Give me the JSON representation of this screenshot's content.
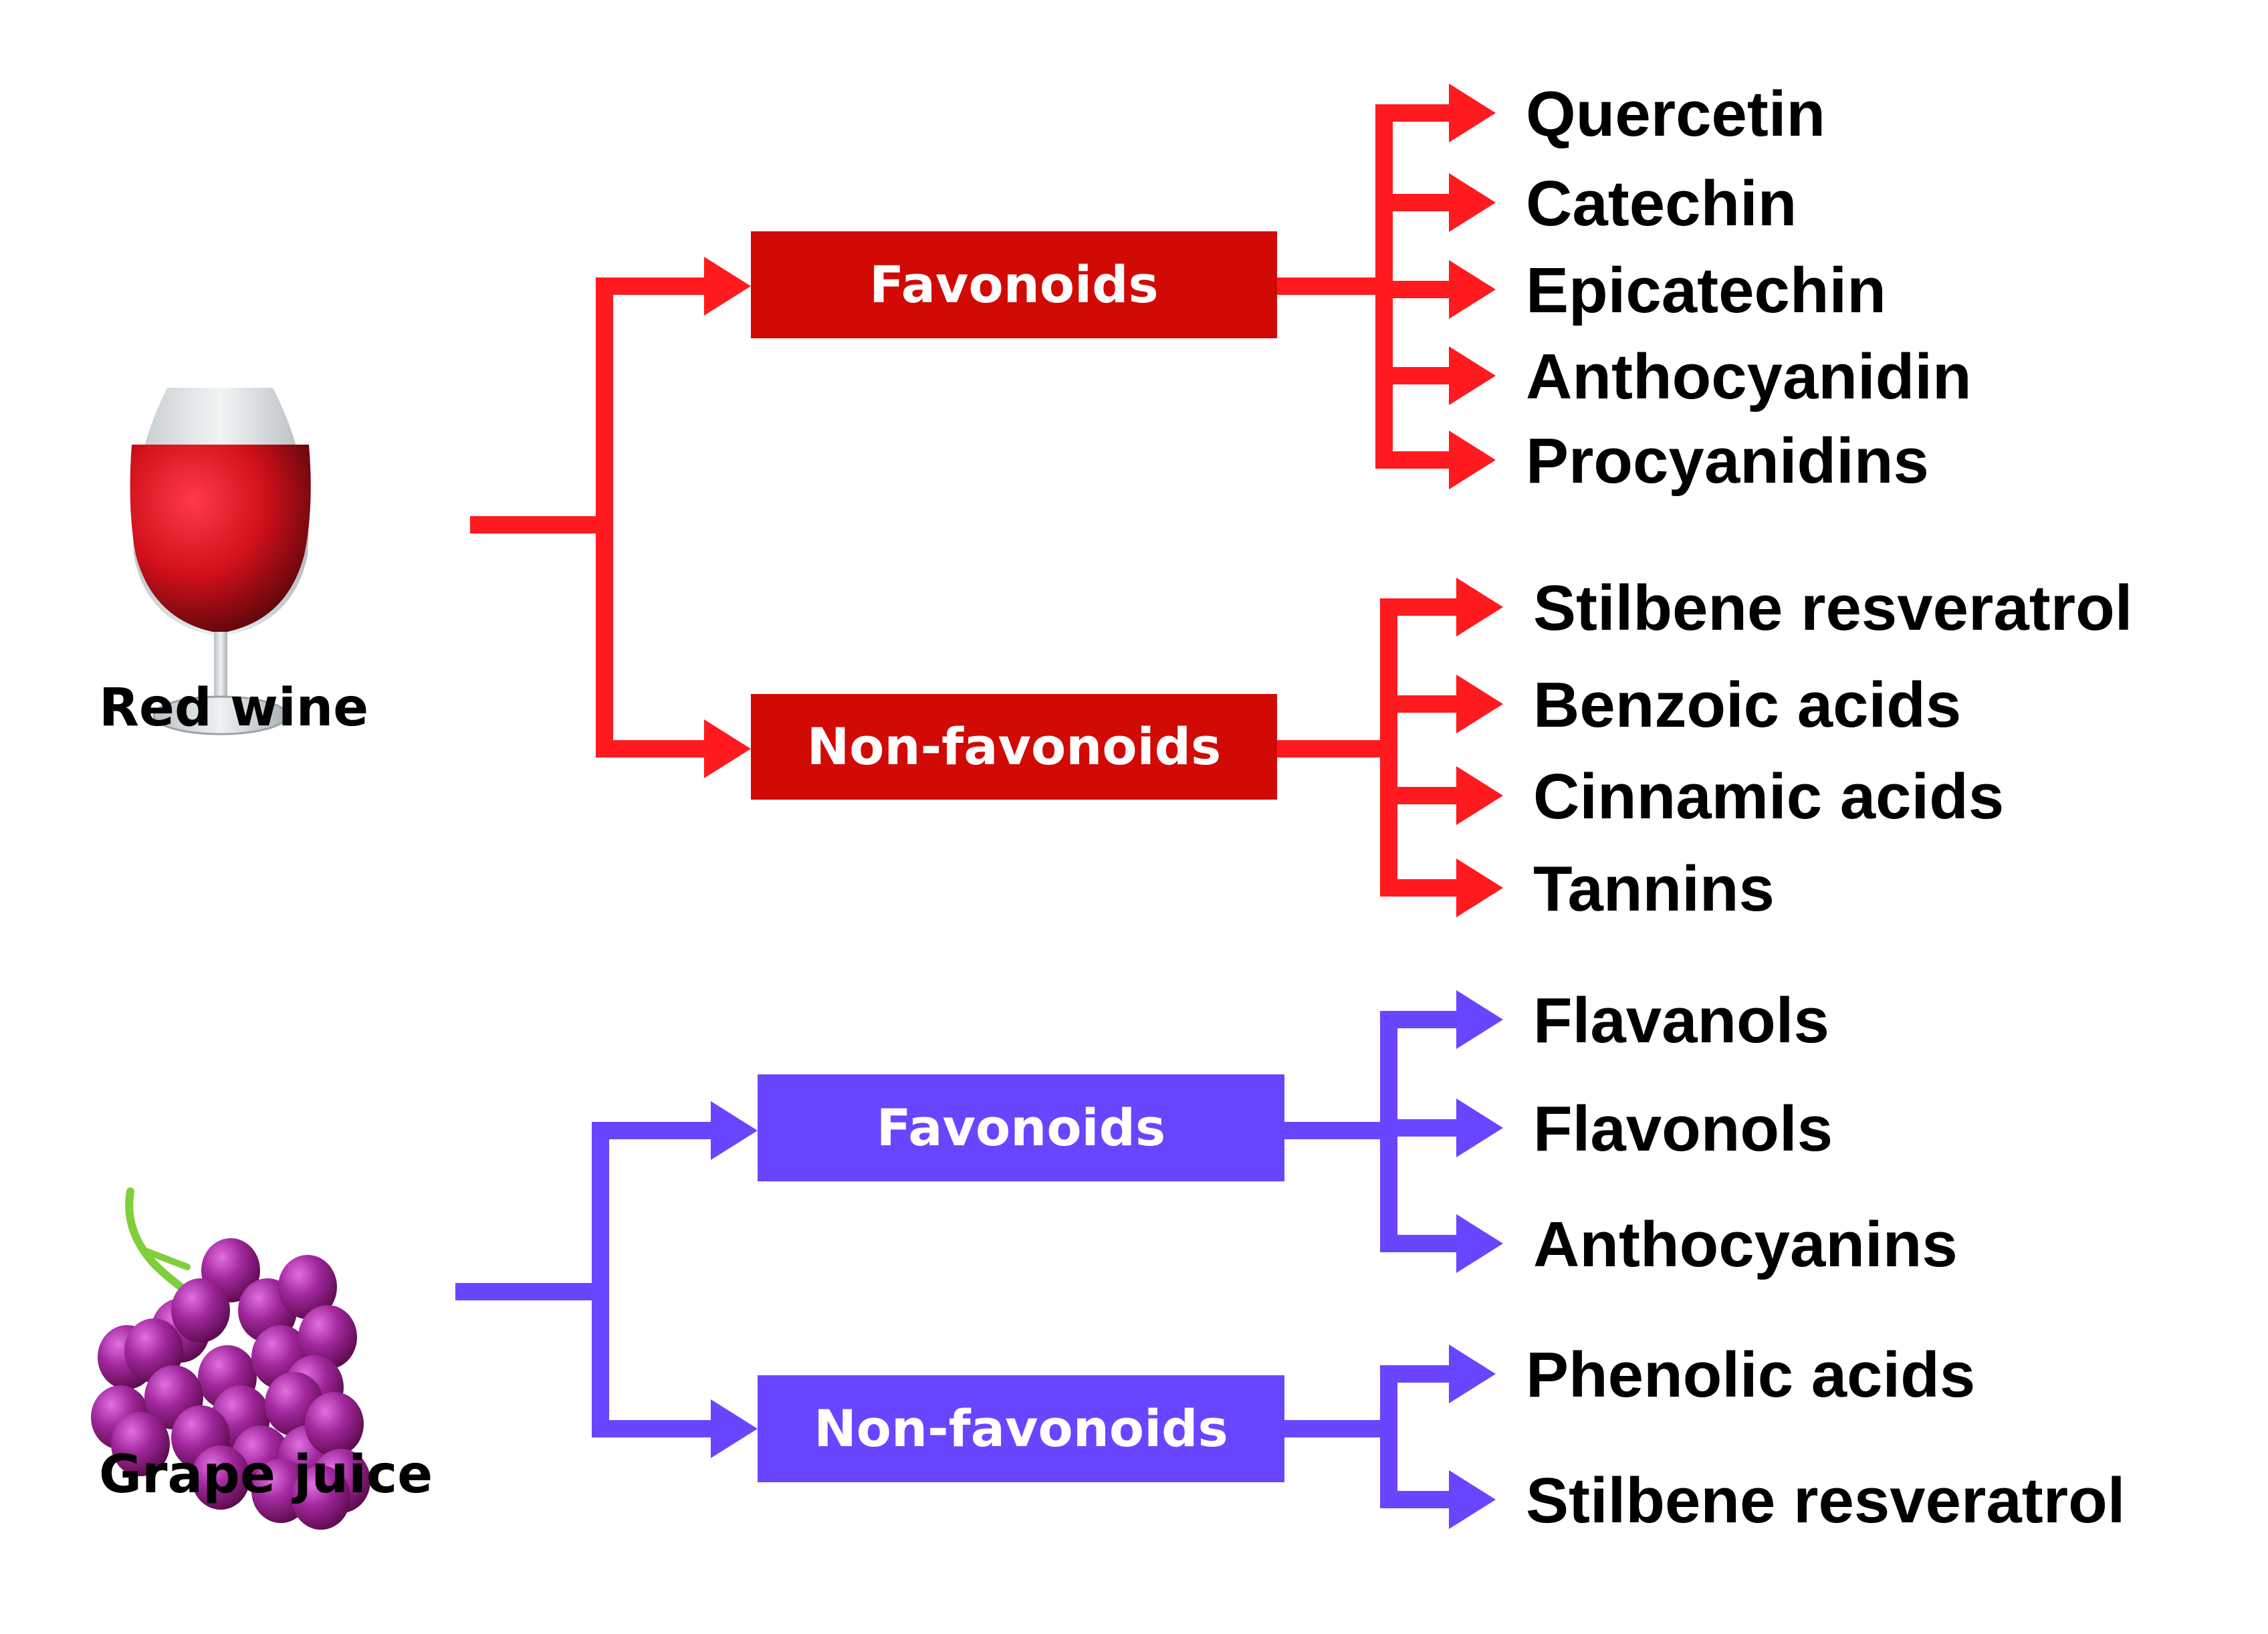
{
  "colors": {
    "wine_line": "#ff1a1f",
    "wine_box": "#d10a05",
    "grape_line": "#6a45ff",
    "grape_box": "#6a45ff",
    "text": "#000000",
    "box_text": "#ffffff"
  },
  "sources": [
    {
      "id": "red-wine",
      "label": "Red wine",
      "icon": "wine-glass-icon",
      "theme": "wine",
      "groups": [
        {
          "id": "flavonoids",
          "label": "Favonoids",
          "items": [
            "Quercetin",
            "Catechin",
            "Epicatechin",
            "Anthocyanidin",
            "Procyanidins"
          ]
        },
        {
          "id": "non-flavonoids",
          "label": "Non-favonoids",
          "items": [
            "Stilbene resveratrol",
            "Benzoic acids",
            "Cinnamic acids",
            "Tannins"
          ]
        }
      ]
    },
    {
      "id": "grape-juice",
      "label": "Grape juice",
      "icon": "grapes-icon",
      "theme": "grape",
      "groups": [
        {
          "id": "flavonoids",
          "label": "Favonoids",
          "items": [
            "Flavanols",
            "Flavonols",
            "Anthocyanins"
          ]
        },
        {
          "id": "non-flavonoids",
          "label": "Non-favonoids",
          "items": [
            "Phenolic acids",
            "Stilbene resveratrol"
          ]
        }
      ]
    }
  ]
}
